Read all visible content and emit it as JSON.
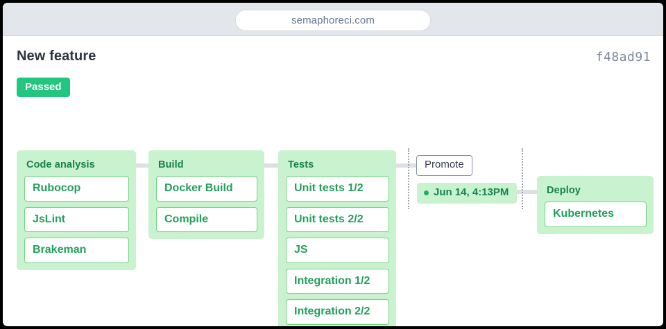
{
  "browser": {
    "url": "semaphoreci.com"
  },
  "page": {
    "title": "New feature",
    "commit_hash": "f48ad91",
    "status_badge": "Passed"
  },
  "colors": {
    "status_green": "#22c67e",
    "block_bg": "#c9f2ce",
    "job_text": "#20a05a",
    "job_border": "#6ed480",
    "block_title": "#16824a",
    "connector": "#dcdfe4",
    "dashed": "#9aa3b2",
    "chrome_bg": "#e3e7ec"
  },
  "pipeline": {
    "blocks": [
      {
        "name": "Code analysis",
        "jobs": [
          "Rubocop",
          "JsLint",
          "Brakeman"
        ]
      },
      {
        "name": "Build",
        "jobs": [
          "Docker Build",
          "Compile"
        ]
      },
      {
        "name": "Tests",
        "jobs": [
          "Unit tests 1/2",
          "Unit tests 2/2",
          "JS",
          "Integration 1/2",
          "Integration 2/2"
        ]
      },
      {
        "name": "Deploy",
        "jobs": [
          "Kubernetes"
        ]
      }
    ],
    "promotion": {
      "button_label": "Promote",
      "timestamp": "Jun 14, 4:13PM",
      "status_dot": "green-dot"
    }
  }
}
